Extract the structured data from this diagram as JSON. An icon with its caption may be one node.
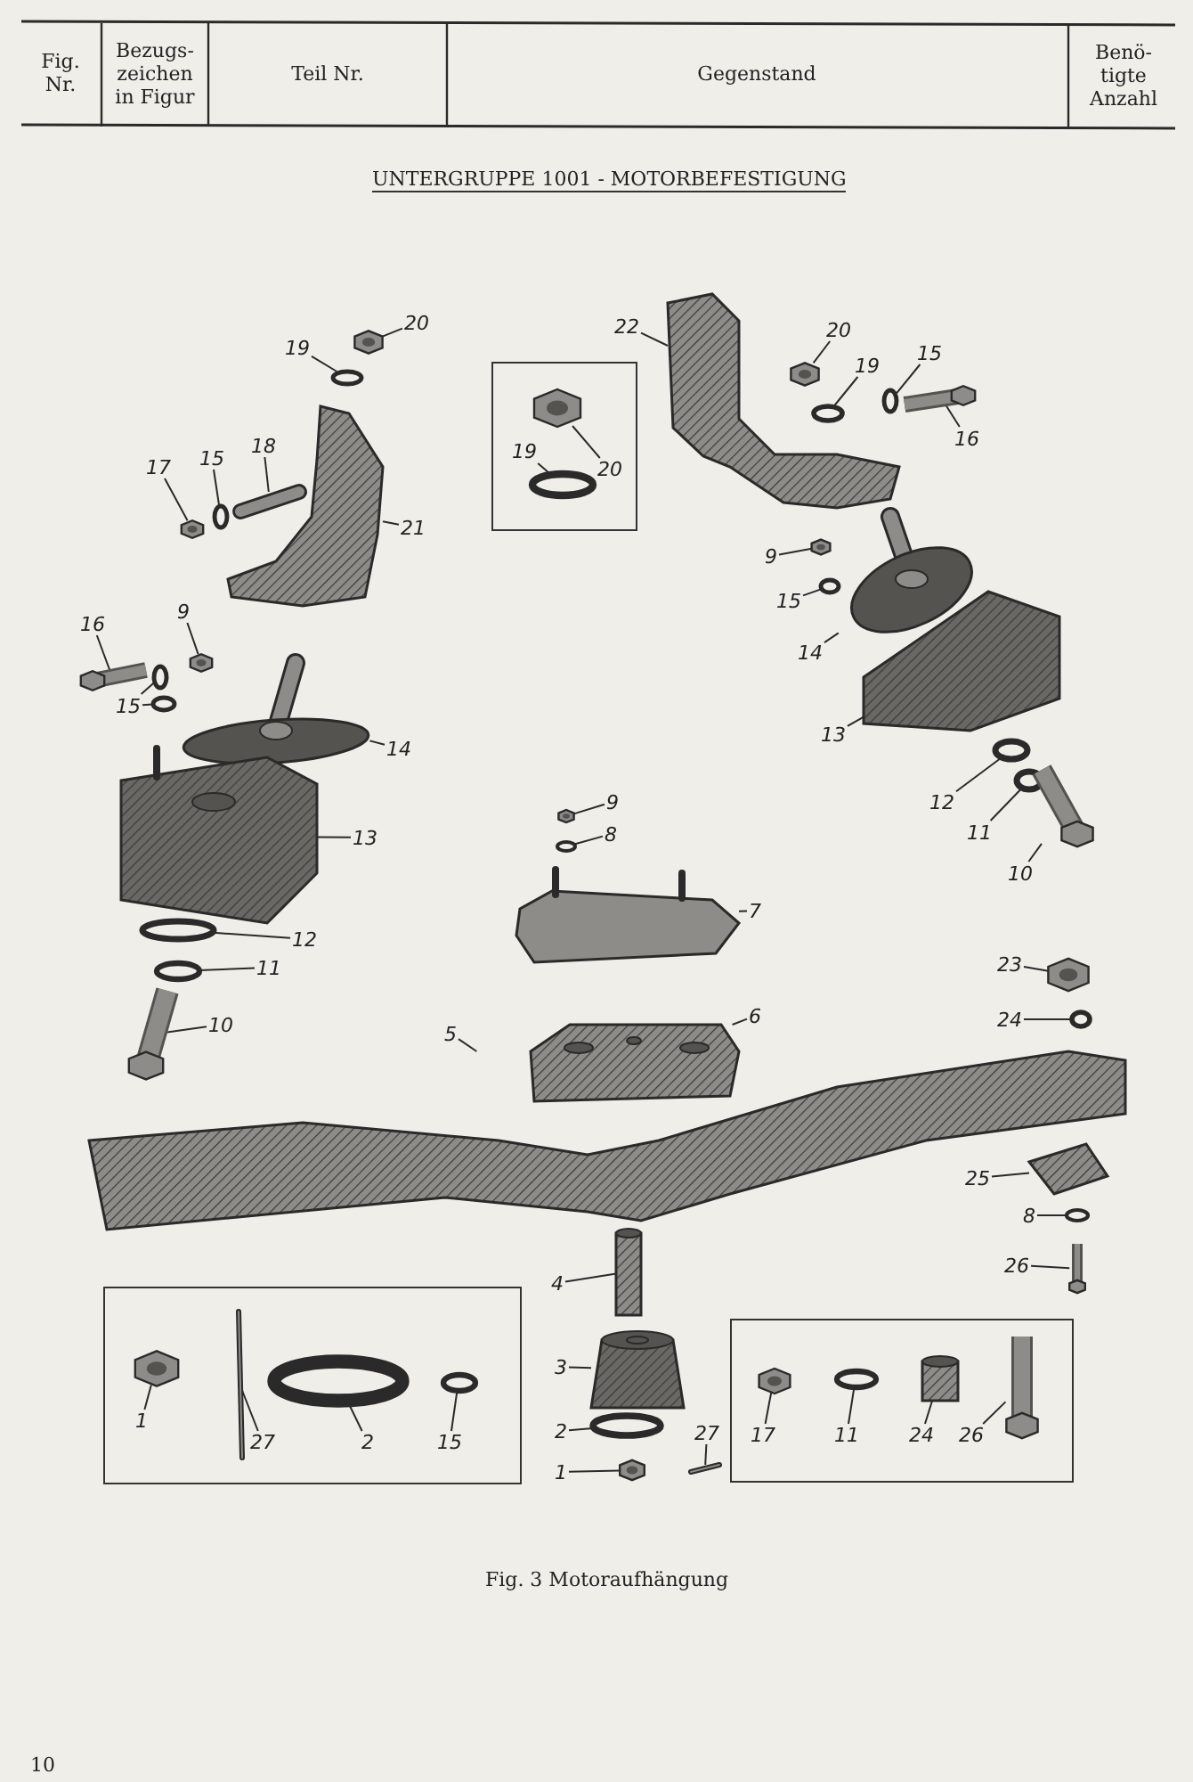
{
  "diagram": {
    "title": "UNTERGRUPPE 1001 - MOTORBEFESTIGUNG",
    "caption": "Fig. 3 Motoraufhängung",
    "nodes": [
      {
        "text": [],
        "shape": "box"
      },
      {
        "text": [],
        "shape": "box"
      },
      {
        "text": [],
        "shape": "box"
      },
      {
        "text": [
          "20"
        ]
      },
      {
        "text": [
          "19"
        ]
      },
      {
        "text": [
          "22"
        ]
      },
      {
        "text": [
          "20"
        ]
      },
      {
        "text": [
          "19"
        ]
      },
      {
        "text": [
          "15"
        ]
      },
      {
        "text": [
          "16"
        ]
      },
      {
        "text": [
          "19"
        ],
        "in": 0
      },
      {
        "text": [
          "20"
        ],
        "in": 0
      },
      {
        "text": [
          "17"
        ]
      },
      {
        "text": [
          "15"
        ]
      },
      {
        "text": [
          "18"
        ]
      },
      {
        "text": [
          "21"
        ]
      },
      {
        "text": [
          "9"
        ]
      },
      {
        "text": [
          "15"
        ]
      },
      {
        "text": [
          "9"
        ]
      },
      {
        "text": [
          "16"
        ]
      },
      {
        "text": [
          "14"
        ]
      },
      {
        "text": [
          "15"
        ]
      },
      {
        "text": [
          "14"
        ]
      },
      {
        "text": [
          "13"
        ]
      },
      {
        "text": [
          "12"
        ]
      },
      {
        "text": [
          "9"
        ]
      },
      {
        "text": [
          "8"
        ]
      },
      {
        "text": [
          "11"
        ]
      },
      {
        "text": [
          "13"
        ]
      },
      {
        "text": [
          "10"
        ]
      },
      {
        "text": [
          "12"
        ]
      },
      {
        "text": [
          "7"
        ]
      },
      {
        "text": [
          "11"
        ]
      },
      {
        "text": [
          "23"
        ]
      },
      {
        "text": [
          "10"
        ]
      },
      {
        "text": [
          "24"
        ]
      },
      {
        "text": [
          "6"
        ]
      },
      {
        "text": [
          "5"
        ]
      },
      {
        "text": [
          "25"
        ]
      },
      {
        "text": [
          "8"
        ]
      },
      {
        "text": [
          "4"
        ]
      },
      {
        "text": [
          "26"
        ]
      },
      {
        "text": [
          "1"
        ],
        "in": 1
      },
      {
        "text": [
          "27"
        ],
        "in": 1
      },
      {
        "text": [
          "2"
        ],
        "in": 1
      },
      {
        "text": [
          "15"
        ],
        "in": 1
      },
      {
        "text": [
          "3"
        ]
      },
      {
        "text": [
          "17"
        ],
        "in": 2
      },
      {
        "text": [
          "11"
        ],
        "in": 2
      },
      {
        "text": [
          "24"
        ],
        "in": 2
      },
      {
        "text": [
          "26"
        ],
        "in": 2
      },
      {
        "text": [
          "2"
        ]
      },
      {
        "text": [
          "27"
        ]
      },
      {
        "text": [
          "1"
        ]
      },
      {
        "text": [],
        "shape": "picture"
      },
      {
        "text": [],
        "shape": "circle"
      },
      {
        "text": [],
        "shape": "picture"
      },
      {
        "text": [],
        "shape": "picture"
      },
      {
        "text": [],
        "shape": "circle"
      },
      {
        "text": [],
        "shape": "circle"
      },
      {
        "text": [],
        "shape": "picture"
      },
      {
        "text": [],
        "shape": "picture",
        "in": 0
      },
      {
        "text": [],
        "shape": "circle",
        "in": 0
      },
      {
        "text": [],
        "shape": "picture"
      },
      {
        "text": [],
        "shape": "picture"
      },
      {
        "text": [],
        "shape": "circle"
      },
      {
        "text": [],
        "shape": "picture"
      },
      {
        "text": [],
        "shape": "picture"
      },
      {
        "text": [],
        "shape": "circle"
      },
      {
        "text": [],
        "shape": "picture"
      },
      {
        "text": [],
        "shape": "picture"
      },
      {
        "text": [],
        "shape": "picture"
      },
      {
        "text": [],
        "shape": "circle"
      },
      {
        "text": [],
        "shape": "circle"
      },
      {
        "text": [],
        "shape": "picture"
      },
      {
        "text": [],
        "shape": "picture"
      },
      {
        "text": [],
        "shape": "picture"
      },
      {
        "text": [],
        "shape": "circle"
      },
      {
        "text": [],
        "shape": "circle"
      },
      {
        "text": [],
        "shape": "picture"
      },
      {
        "text": [],
        "shape": "picture"
      },
      {
        "text": [],
        "shape": "circle"
      },
      {
        "text": [],
        "shape": "picture"
      },
      {
        "text": [],
        "shape": "circle"
      },
      {
        "text": [],
        "shape": "circle"
      },
      {
        "text": [],
        "shape": "picture"
      },
      {
        "text": [],
        "shape": "picture"
      },
      {
        "text": [],
        "shape": "circle"
      },
      {
        "text": [],
        "shape": "picture"
      },
      {
        "text": [],
        "shape": "picture"
      },
      {
        "text": [],
        "shape": "picture"
      },
      {
        "text": [],
        "shape": "circle"
      },
      {
        "text": [],
        "shape": "picture"
      },
      {
        "text": [],
        "shape": "cylinder"
      },
      {
        "text": [],
        "shape": "cylinder"
      },
      {
        "text": [],
        "shape": "picture",
        "in": 1
      },
      {
        "text": [],
        "shape": "picture",
        "in": 1
      },
      {
        "text": [],
        "shape": "circle",
        "in": 1
      },
      {
        "text": [],
        "shape": "circle",
        "in": 1
      },
      {
        "text": [],
        "shape": "picture",
        "in": 2
      },
      {
        "text": [],
        "shape": "circle",
        "in": 2
      },
      {
        "text": [],
        "shape": "cylinder",
        "in": 2
      },
      {
        "text": [],
        "shape": "picture",
        "in": 2
      },
      {
        "text": [],
        "shape": "circle"
      },
      {
        "text": [],
        "shape": "picture"
      },
      {
        "text": [],
        "shape": "picture"
      }
    ],
    "edges": [
      {
        "from": 3,
        "to": 54,
        "arrow": "none"
      },
      {
        "from": 4,
        "to": 55,
        "arrow": "none"
      },
      {
        "from": 5,
        "to": 56,
        "arrow": "none"
      },
      {
        "from": 6,
        "to": 57,
        "arrow": "none"
      },
      {
        "from": 7,
        "to": 58,
        "arrow": "none"
      },
      {
        "from": 8,
        "to": 59,
        "arrow": "none"
      },
      {
        "from": 9,
        "to": 60,
        "arrow": "none"
      },
      {
        "from": 10,
        "to": 62,
        "arrow": "none"
      },
      {
        "from": 11,
        "to": 61,
        "arrow": "none"
      },
      {
        "from": 12,
        "to": 66,
        "arrow": "none"
      },
      {
        "from": 13,
        "to": 65,
        "arrow": "none"
      },
      {
        "from": 14,
        "to": 64,
        "arrow": "none"
      },
      {
        "from": 15,
        "to": 63,
        "arrow": "none"
      },
      {
        "from": 16,
        "to": 67,
        "arrow": "none"
      },
      {
        "from": 17,
        "to": 68,
        "arrow": "none"
      },
      {
        "from": 18,
        "to": 70,
        "arrow": "none"
      },
      {
        "from": 19,
        "to": 71,
        "arrow": "none"
      },
      {
        "from": 20,
        "to": 69,
        "arrow": "none"
      },
      {
        "from": 21,
        "to": 72,
        "arrow": "none"
      },
      {
        "from": 21,
        "to": 73,
        "arrow": "none"
      },
      {
        "from": 22,
        "to": 74,
        "arrow": "none"
      },
      {
        "from": 23,
        "to": 75,
        "arrow": "none"
      },
      {
        "from": 24,
        "to": 77,
        "arrow": "none"
      },
      {
        "from": 25,
        "to": 80,
        "arrow": "none"
      },
      {
        "from": 26,
        "to": 81,
        "arrow": "none"
      },
      {
        "from": 27,
        "to": 78,
        "arrow": "none"
      },
      {
        "from": 28,
        "to": 76,
        "arrow": "none"
      },
      {
        "from": 29,
        "to": 79,
        "arrow": "none"
      },
      {
        "from": 30,
        "to": 83,
        "arrow": "none"
      },
      {
        "from": 31,
        "to": 82,
        "arrow": "none"
      },
      {
        "from": 32,
        "to": 84,
        "arrow": "none"
      },
      {
        "from": 33,
        "to": 85,
        "arrow": "none"
      },
      {
        "from": 34,
        "to": 86,
        "arrow": "none"
      },
      {
        "from": 35,
        "to": 87,
        "arrow": "none"
      },
      {
        "from": 36,
        "to": 88,
        "arrow": "none"
      },
      {
        "from": 37,
        "to": 89,
        "arrow": "none"
      },
      {
        "from": 38,
        "to": 90,
        "arrow": "none"
      },
      {
        "from": 39,
        "to": 91,
        "arrow": "none"
      },
      {
        "from": 40,
        "to": 93,
        "arrow": "none"
      },
      {
        "from": 41,
        "to": 92,
        "arrow": "none"
      },
      {
        "from": 42,
        "to": 95,
        "arrow": "none"
      },
      {
        "from": 43,
        "to": 96,
        "arrow": "none"
      },
      {
        "from": 44,
        "to": 97,
        "arrow": "none"
      },
      {
        "from": 45,
        "to": 98,
        "arrow": "none"
      },
      {
        "from": 46,
        "to": 94,
        "arrow": "none"
      },
      {
        "from": 47,
        "to": 99,
        "arrow": "none"
      },
      {
        "from": 48,
        "to": 100,
        "arrow": "none"
      },
      {
        "from": 49,
        "to": 101,
        "arrow": "none"
      },
      {
        "from": 50,
        "to": 102,
        "arrow": "none"
      },
      {
        "from": 51,
        "to": 103,
        "arrow": "none"
      },
      {
        "from": 52,
        "to": 105,
        "arrow": "none"
      },
      {
        "from": 53,
        "to": 104,
        "arrow": "none"
      }
    ],
    "labels": [
      "Fig. Nr.",
      "Bezugs- zeichen in Figur",
      "Teil Nr.",
      "Gegenstand",
      "Benö- tigte Anzahl",
      "10"
    ]
  }
}
